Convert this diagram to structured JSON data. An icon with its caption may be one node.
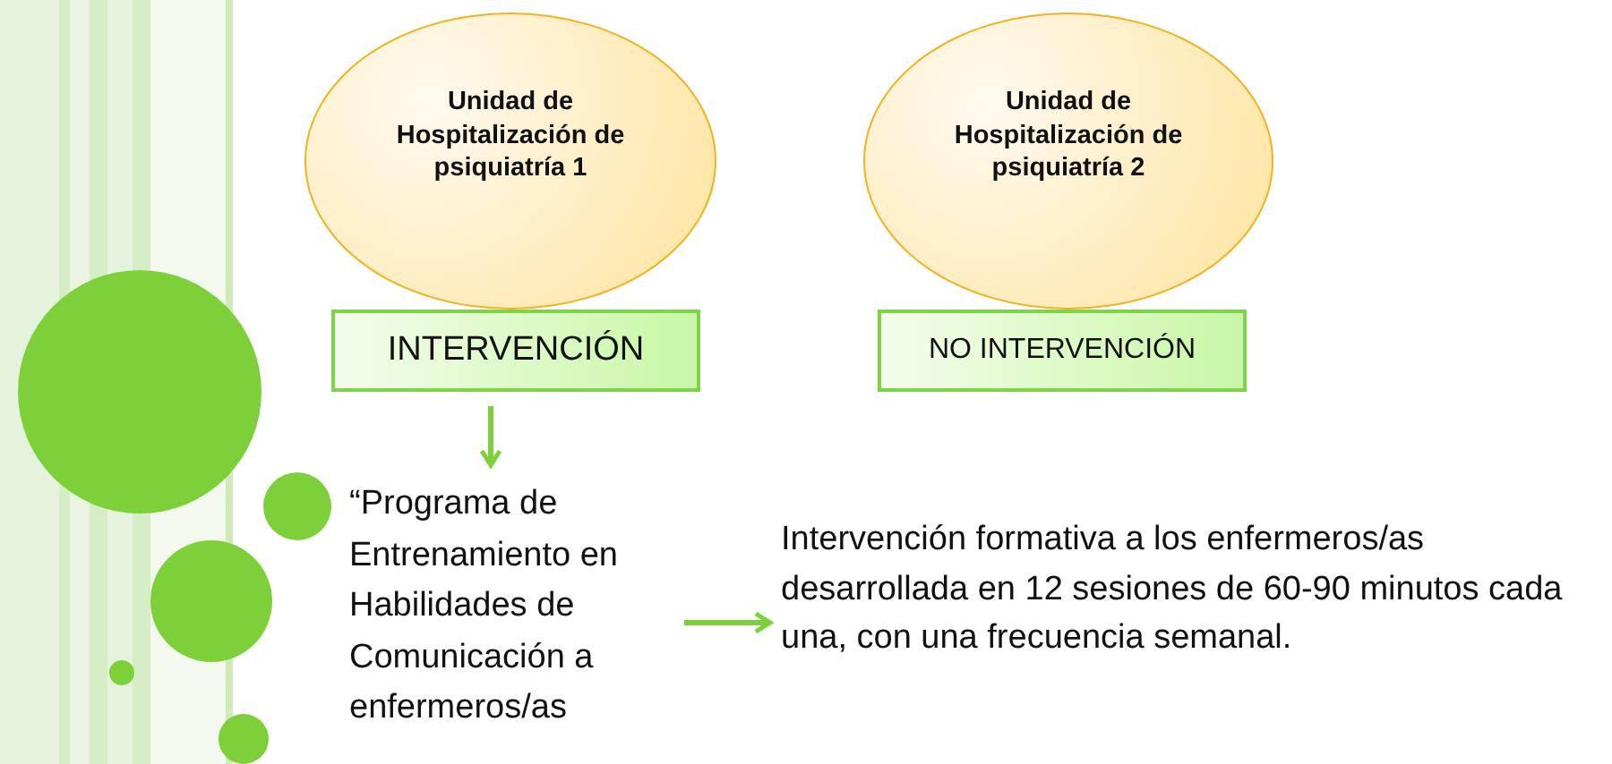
{
  "diagram": {
    "nodes": [
      {
        "text": [
          "Unidad de Hospitalización de psiquiatría 1"
        ]
      },
      {
        "text": [
          "Unidad de Hospitalización de psiquiatría 2"
        ]
      },
      {
        "text": [
          "INTERVENCIÓN"
        ]
      },
      {
        "text": [
          "NO INTERVENCIÓN"
        ]
      },
      {
        "text": [
          "“Programa de Entrenamiento en Habilidades de Comunicación a enfermeros/as"
        ]
      },
      {
        "text": [
          "Intervención formativa a los enfermeros/as desarrollada en 12 sesiones de 60-90 minutos cada una, con una frecuencia semanal."
        ]
      }
    ],
    "edges": [
      {
        "from": 2,
        "to": 4,
        "arrow": "to"
      },
      {
        "from": 4,
        "to": 5,
        "arrow": "to"
      }
    ]
  }
}
